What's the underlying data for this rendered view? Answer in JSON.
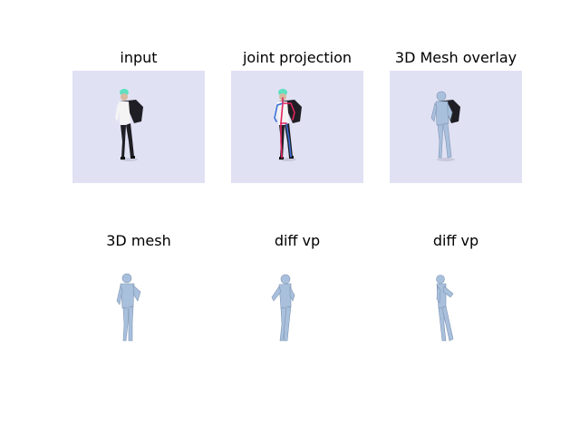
{
  "panels": [
    {
      "title": "input"
    },
    {
      "title": "joint projection"
    },
    {
      "title": "3D Mesh overlay"
    },
    {
      "title": "3D mesh"
    },
    {
      "title": "diff vp"
    },
    {
      "title": "diff vp"
    }
  ],
  "colors": {
    "photo_background": "#e1e1f4",
    "mesh": "#a9c0dd",
    "mesh_shadow": "#7f95b3",
    "skeleton_red": "#e0245e",
    "skeleton_blue": "#3a6fd8",
    "cap": "#5fe0c0",
    "jacket": "#1e1e24",
    "shirt": "#f4f4f4"
  }
}
